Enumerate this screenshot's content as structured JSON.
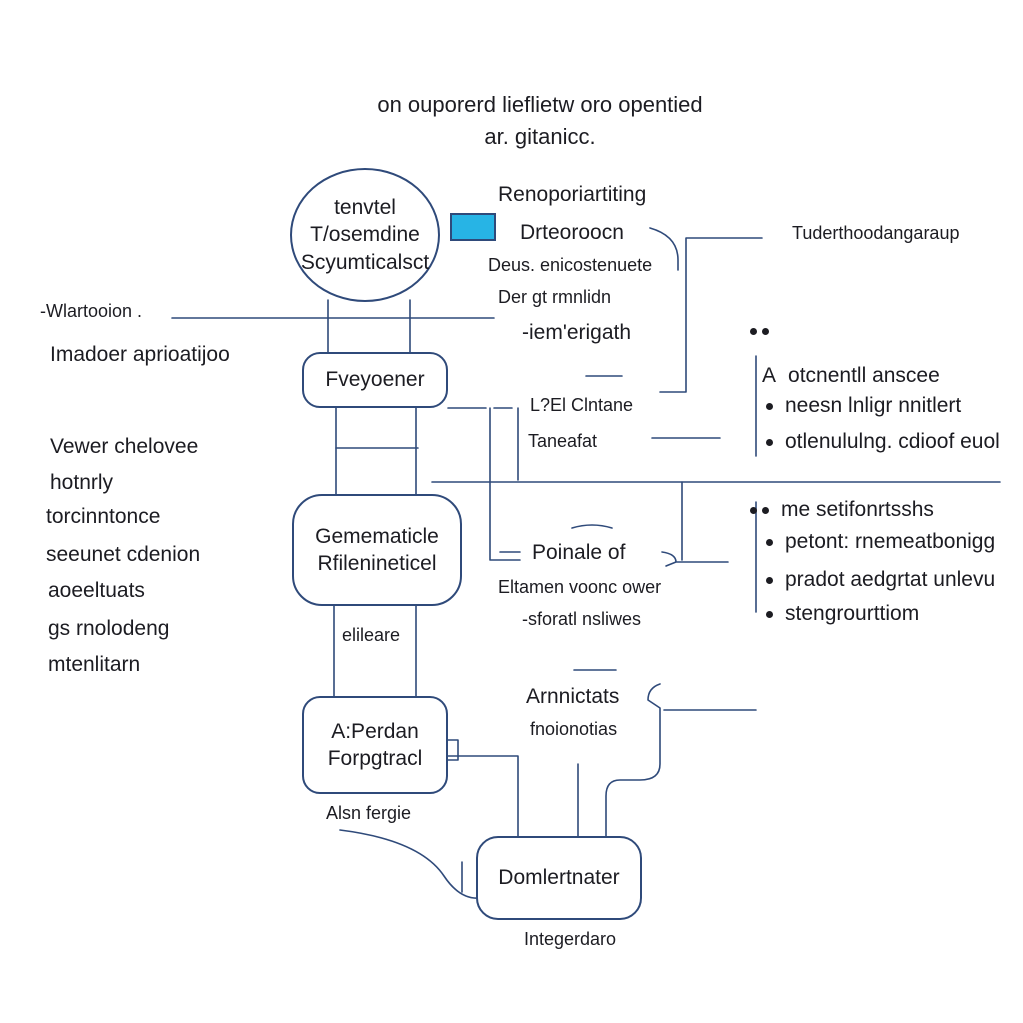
{
  "title": {
    "line1": "on ouporerd lieflietw oro  opentied",
    "line2": "ar. gitanicc."
  },
  "nodes": {
    "top_circle": [
      "tenvtel",
      "T/osemdine",
      "Scyumticalsct"
    ],
    "fveyoener": "Fveyoener",
    "gemematicle": [
      "Gemematicle",
      "Rfilenineticel"
    ],
    "aperdan": [
      "A:Perdan",
      "Forpgtracl"
    ],
    "domlertnater": "Domlertnater"
  },
  "center_labels": {
    "renoporiartiting": "Renoporiartiting",
    "drteoroocn": "Drteoroocn",
    "deus": "Deus. enicostenuete",
    "deigt": "Der gt rmnlidn",
    "iemerigath": "-iem'erigath",
    "lpel": "L?El Clntane",
    "taneafat": "Taneafat",
    "poinale": "Poinale of",
    "eltamen": "Eltamen voonc ower",
    "sforati": "-sforatl nsliwes",
    "arnnictats": "Arnnictats",
    "fnoionotias": "fnoionotias",
    "elileare": "elileare",
    "alsn": "Alsn fergie",
    "integerdaro": "Integerdaro"
  },
  "left_labels": {
    "wlartooion": "-Wlartooion .",
    "imadoer": "Imadoer aprioatijoo",
    "list": [
      "Vewer chelovee",
      "hotnrly",
      "torcinntonce",
      "seeunet cdenion",
      "aoeeltuats",
      "gs rnolodeng",
      "mtenlitarn"
    ]
  },
  "right_labels": {
    "tuderthood": "Tuderthoodangaraup",
    "group1_marker": "A",
    "group1": [
      "otcnentll anscee",
      "neesn lnligr   nnitlert",
      "otlenululng.  cdioof  euol"
    ],
    "group2": [
      "me setifonrtsshs",
      "petont: rnemeatbonigg",
      "pradot aedgrtat   unlevu",
      "stengrourttiom"
    ]
  },
  "colors": {
    "line": "#2f4a7a",
    "accent": "#27b4e5",
    "text": "#1c1c22"
  }
}
